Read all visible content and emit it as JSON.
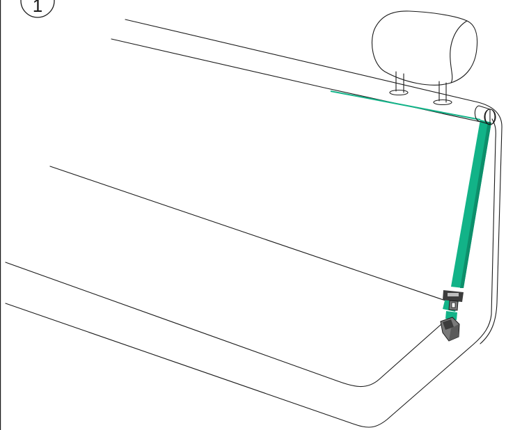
{
  "step": {
    "number": "1"
  },
  "colors": {
    "belt": "#12b388",
    "belt_dark": "#0d8f6b",
    "hardware": "#7a7a7a",
    "hardware_dark": "#3c3c3c",
    "outline": "#1a1a1a",
    "background": "#ffffff"
  },
  "icons": {
    "step_marker": "circled-number",
    "seat": "rear-bench-seat",
    "headrest": "headrest",
    "belt": "seat-belt",
    "latch_plate": "seat-belt-latch-plate",
    "buckle": "seat-belt-buckle"
  }
}
